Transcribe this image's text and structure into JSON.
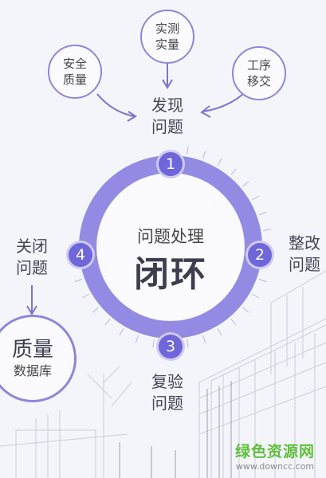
{
  "sources": {
    "safety_quality": {
      "line1": "安全",
      "line2": "质量"
    },
    "measure": {
      "line1": "实测",
      "line2": "实量"
    },
    "handover": {
      "line1": "工序",
      "line2": "移交"
    }
  },
  "discover": {
    "line1": "发现",
    "line2": "问题"
  },
  "cycle": {
    "center_small": "问题处理",
    "center_big": "闭环",
    "nodes": [
      "1",
      "2",
      "3",
      "4"
    ]
  },
  "steps": {
    "rectify": {
      "line1": "整改",
      "line2": "问题"
    },
    "recheck": {
      "line1": "复验",
      "line2": "问题"
    },
    "close": {
      "line1": "关闭",
      "line2": "问题"
    }
  },
  "database": {
    "line1": "质量",
    "line2": "数据库"
  },
  "watermark": {
    "main": "绿色资源网",
    "sub": "www.downcc.com"
  },
  "colors": {
    "accent": "#6f66d9",
    "ring": "#938be3",
    "outline": "#8e86dc"
  }
}
